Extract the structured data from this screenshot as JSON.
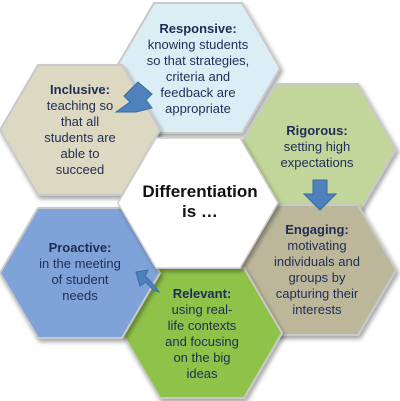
{
  "center": {
    "text": "Differentiation\nis …"
  },
  "hexagons": {
    "responsive": {
      "title": "Responsive:",
      "body": "knowing students\nso that strategies,\ncriteria and\nfeedback are\nappropriate",
      "fill": "#dbeef6"
    },
    "inclusive": {
      "title": "Inclusive:",
      "body": "teaching so\nthat all\nstudents are\nable to\nsucceed",
      "fill": "#dcd8c2"
    },
    "rigorous": {
      "title": "Rigorous:",
      "body": "setting high\nexpectations",
      "fill": "#c2d59b"
    },
    "engaging": {
      "title": "Engaging:",
      "body": "motivating\nindividuals and\ngroups by\ncapturing their\ninterests",
      "fill": "#bcb79b"
    },
    "relevant": {
      "title": "Relevant:",
      "body": "using real-\nlife contexts\nand focusing\non the big\nideas",
      "fill": "#8fc24a"
    },
    "proactive": {
      "title": "Proactive:",
      "body": "in the meeting\nof student\nneeds",
      "fill": "#7fa3d8"
    }
  },
  "colors": {
    "arrow": "#4f81bd",
    "hex_stroke": "#c9c9c9",
    "text": "#1f2d55"
  }
}
